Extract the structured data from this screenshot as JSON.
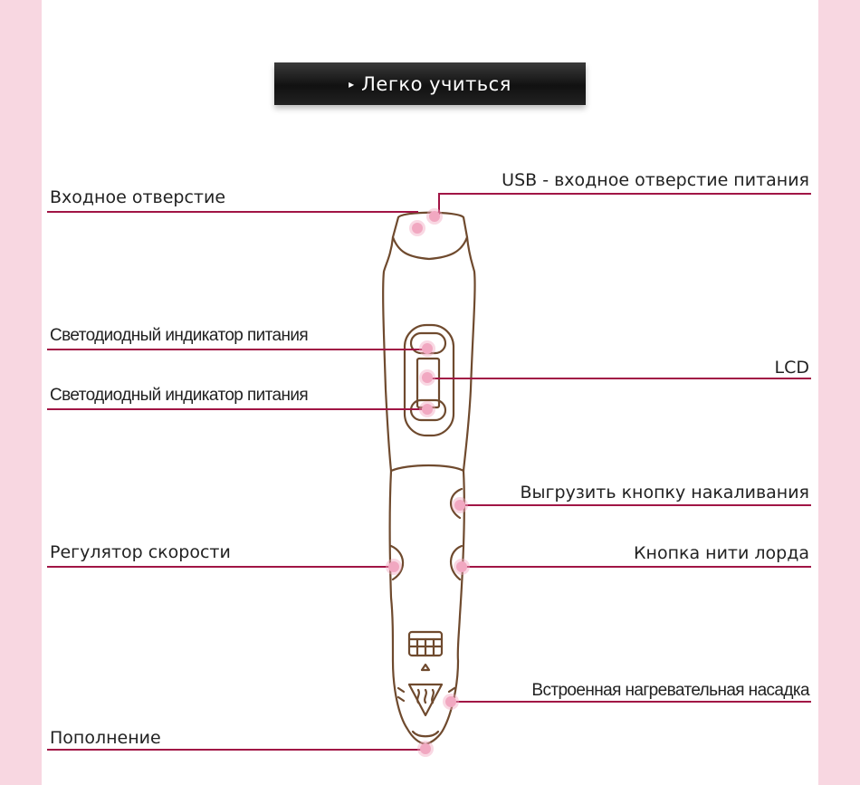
{
  "banner": {
    "arrow_icon": "▸",
    "title": "Легко учиться"
  },
  "callouts": {
    "inlet": "Входное отверстие",
    "usb": "USB - входное отверстие питания",
    "led_top": "Светодиодный индикатор питания",
    "lcd": "LCD",
    "led_bottom": "Светодиодный индикатор питания",
    "unload": "Выгрузить кнопку накаливания",
    "speed": "Регулятор скорости",
    "load": "Кнопка нити лорда",
    "nozzle": "Встроенная нагревательная насадка",
    "refill": "Пополнение"
  },
  "colors": {
    "line": "#a11545",
    "dot": "#f1a8c1",
    "pen_outline": "#6f4a2e",
    "frame": "#f8d7e1"
  }
}
